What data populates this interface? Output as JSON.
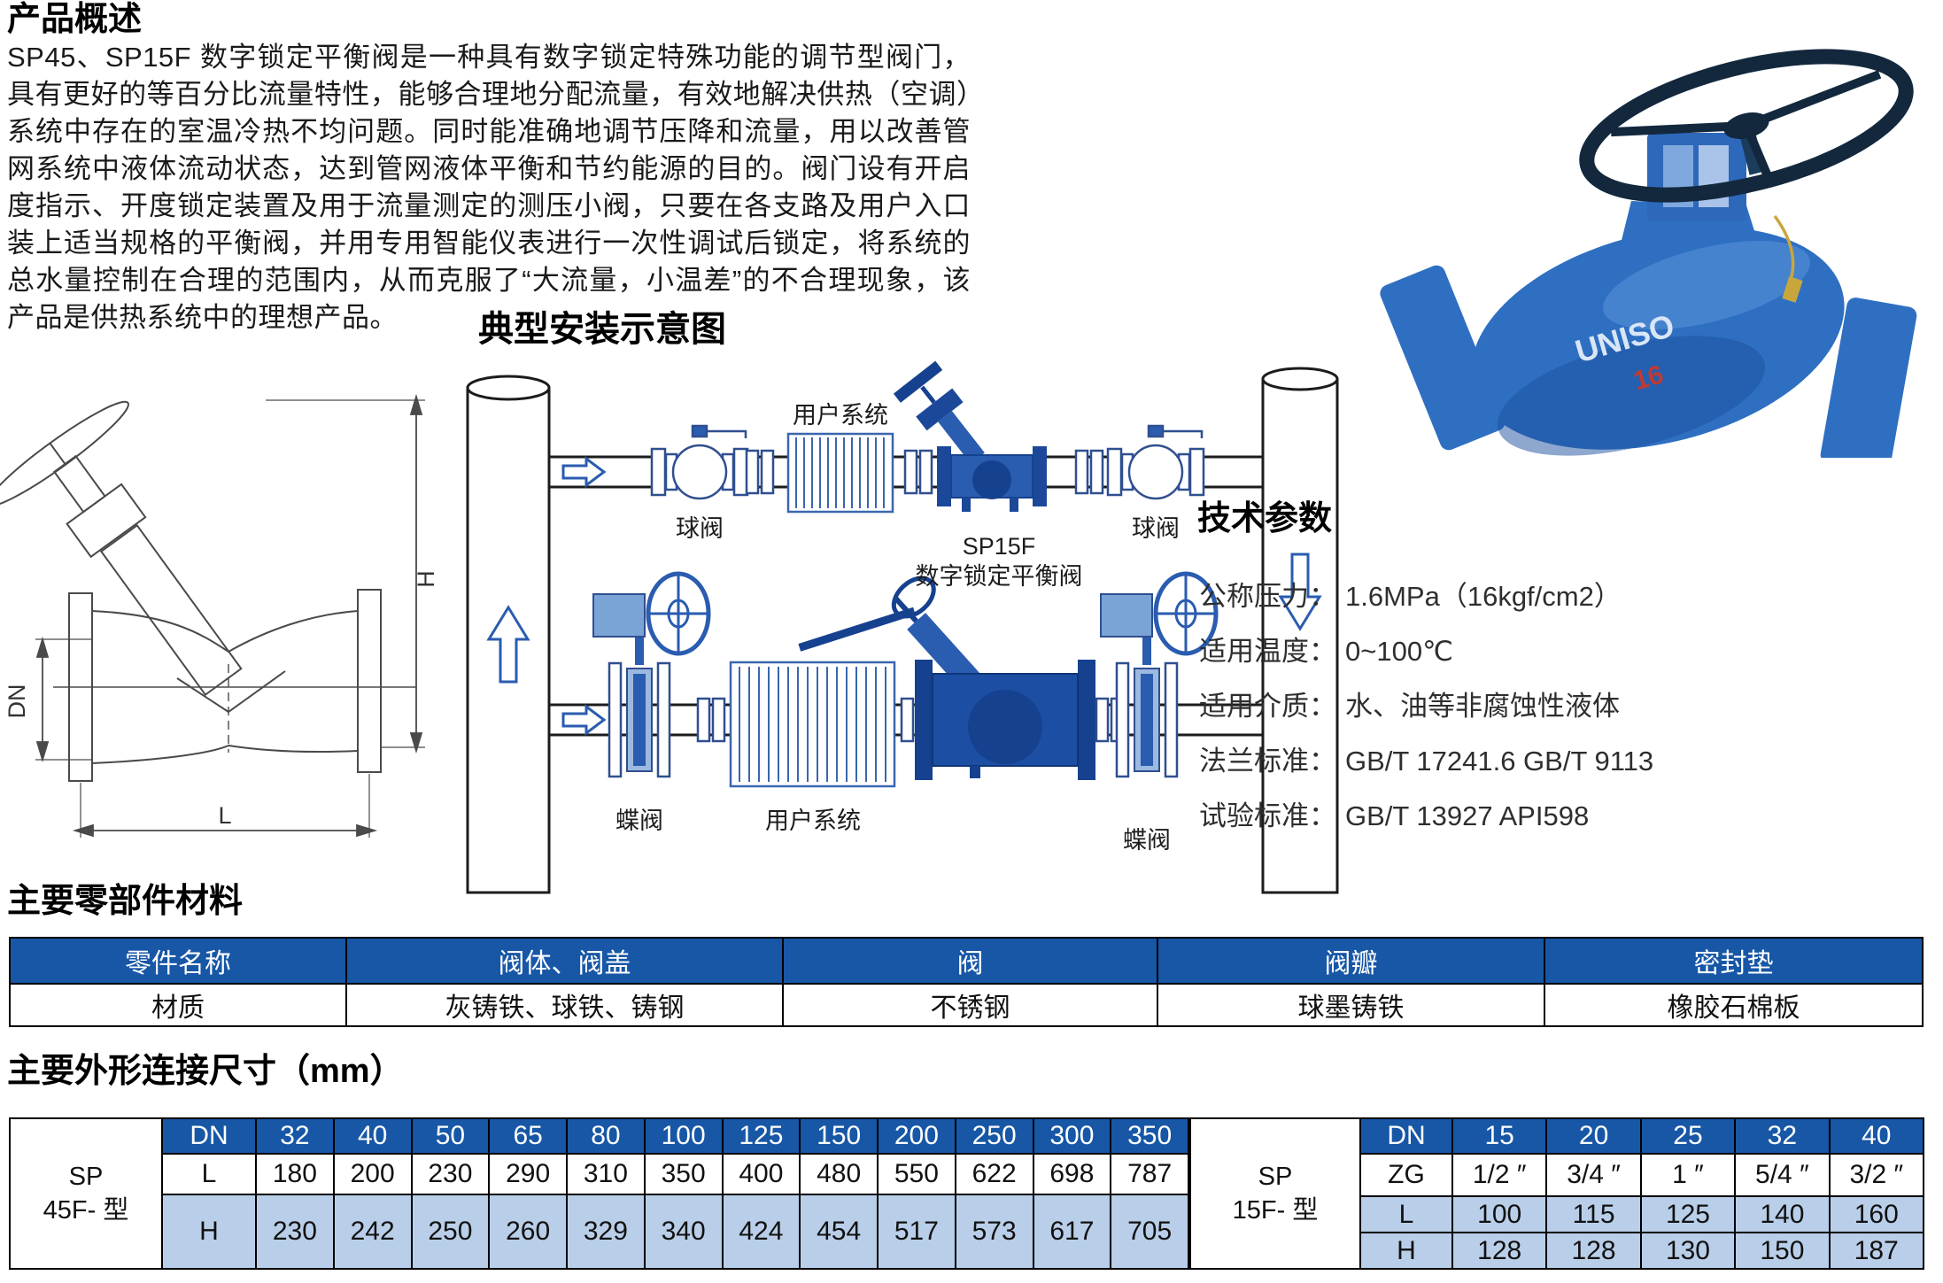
{
  "overview": {
    "title": "产品概述",
    "body": "SP45、SP15F 数字锁定平衡阀是一种具有数字锁定特殊功能的调节型阀门，具有更好的等百分比流量特性，能够合理地分配流量，有效地解决供热（空调）系统中存在的室温冷热不均问题。同时能准确地调节压降和流量，用以改善管网系统中液体流动状态，达到管网液体平衡和节约能源的目的。阀门设有开启度指示、开度锁定装置及用于流量测定的测压小阀，只要在各支路及用户入口装上适当规格的平衡阀，并用专用智能仪表进行一次性调试后锁定，将系统的总水量控制在合理的范围内，从而克服了“大流量，小温差”的不合理现象，该产品是供热系统中的理想产品。"
  },
  "diagram": {
    "title": "典型安装示意图",
    "labels": {
      "user_system_top": "用户系统",
      "ball_valve_left": "球阀",
      "sp15f_line1": "SP15F",
      "sp15f_line2": "数字锁定平衡阀",
      "ball_valve_right": "球阀",
      "butterfly_left": "蝶阀",
      "user_system_bottom": "用户系统",
      "butterfly_right": "蝶阀"
    }
  },
  "drawing": {
    "dim_h": "H",
    "dim_dn": "DN",
    "dim_l": "L"
  },
  "photo": {
    "brand": "UNISO",
    "size_mark": "16"
  },
  "tech": {
    "title": "技术参数",
    "items": [
      {
        "label": "公称压力：",
        "value": "1.6MPa（16kgf/cm2）"
      },
      {
        "label": "适用温度：",
        "value": "0~100℃"
      },
      {
        "label": "适用介质：",
        "value": "水、油等非腐蚀性液体"
      },
      {
        "label": "法兰标准：",
        "value": "GB/T 17241.6 GB/T 9113"
      },
      {
        "label": "试验标准：",
        "value": "GB/T 13927 API598"
      }
    ]
  },
  "materials": {
    "title": "主要零部件材料",
    "headers": [
      "零件名称",
      "阀体、阀盖",
      "阀",
      "阀瓣",
      "密封垫"
    ],
    "row": [
      "材质",
      "灰铸铁、球铁、铸钢",
      "不锈钢",
      "球墨铸铁",
      "橡胶石棉板"
    ]
  },
  "dims": {
    "title": "主要外形连接尺寸（mm）",
    "sp45f": {
      "model_line1": "SP",
      "model_line2": "45F- 型",
      "dn_label": "DN",
      "l_label": "L",
      "h_label": "H",
      "dn": [
        "32",
        "40",
        "50",
        "65",
        "80",
        "100",
        "125",
        "150",
        "200",
        "250",
        "300",
        "350"
      ],
      "l": [
        "180",
        "200",
        "230",
        "290",
        "310",
        "350",
        "400",
        "480",
        "550",
        "622",
        "698",
        "787"
      ],
      "h": [
        "230",
        "242",
        "250",
        "260",
        "329",
        "340",
        "424",
        "454",
        "517",
        "573",
        "617",
        "705"
      ]
    },
    "sp15f": {
      "model_line1": "SP",
      "model_line2": "15F- 型",
      "dn_label": "DN",
      "zg_label": "ZG",
      "l_label": "L",
      "h_label": "H",
      "dn": [
        "15",
        "20",
        "25",
        "32",
        "40"
      ],
      "zg": [
        "1/2 ″",
        "3/4 ″",
        "1 ″",
        "5/4 ″",
        "3/2 ″"
      ],
      "l": [
        "100",
        "115",
        "125",
        "140",
        "160"
      ],
      "h": [
        "128",
        "128",
        "130",
        "150",
        "187"
      ]
    }
  },
  "colors": {
    "table_header_blue": "#1757a6",
    "table_row_blue": "#b9cee8",
    "valve_photo_blue": "#2e6fc2",
    "diagram_blue": "#2a5cb0",
    "diagram_navy": "#16418f"
  }
}
